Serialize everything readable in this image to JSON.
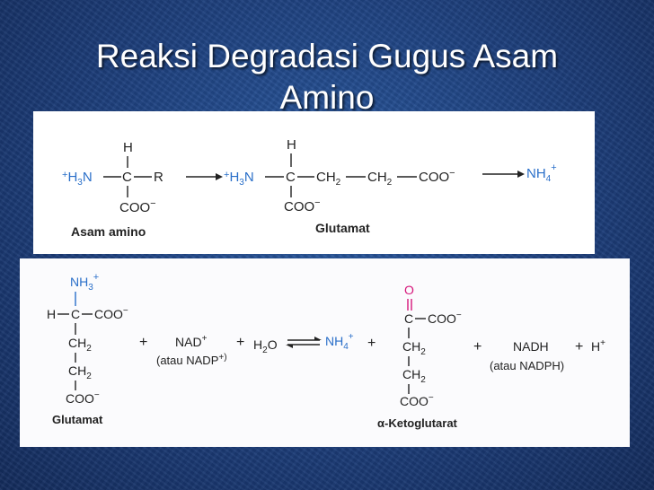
{
  "slide": {
    "title": "Reaksi Degradasi Gugus Asam Amino"
  },
  "reaction1": {
    "h": "H",
    "r": "R",
    "coo": "COO",
    "h3n_plus": "+",
    "h3n_h": "H",
    "h3n_3": "3",
    "h3n_n": "N",
    "minus": "−",
    "ch": "CH",
    "sub2": "2",
    "nh": "NH",
    "nh_sub": "4",
    "nh_sup": "+",
    "label_asam_amino": "Asam amino",
    "label_glutamat": "Glutamat"
  },
  "reaction2": {
    "nh3": "NH",
    "nh3_sub": "3",
    "nh3_sup": "+",
    "h": "H",
    "c": "C",
    "coo": "COO",
    "minus": "−",
    "ch": "CH",
    "sub2": "2",
    "label_glutamat": "Glutamat",
    "plus": "+",
    "nad": "NAD",
    "nad_sup": "+",
    "atau_nadp": "(atau NADP",
    "atau_nadp_close": "+)",
    "h2o_h": "H",
    "h2o_2": "2",
    "h2o_o": "O",
    "nh4": "NH",
    "nh4_sub": "4",
    "nh4_sup": "+",
    "o": "O",
    "label_ketoglutarat": "α-Ketoglutarat",
    "nadh": "NADH",
    "atau_nadph": "(atau NADPH)",
    "hplus_h": "H",
    "hplus_sup": "+"
  },
  "colors": {
    "title": "#ffffff",
    "chem_blue": "#2a6fc9",
    "chem_magenta": "#d6157a",
    "ink": "#222222"
  }
}
